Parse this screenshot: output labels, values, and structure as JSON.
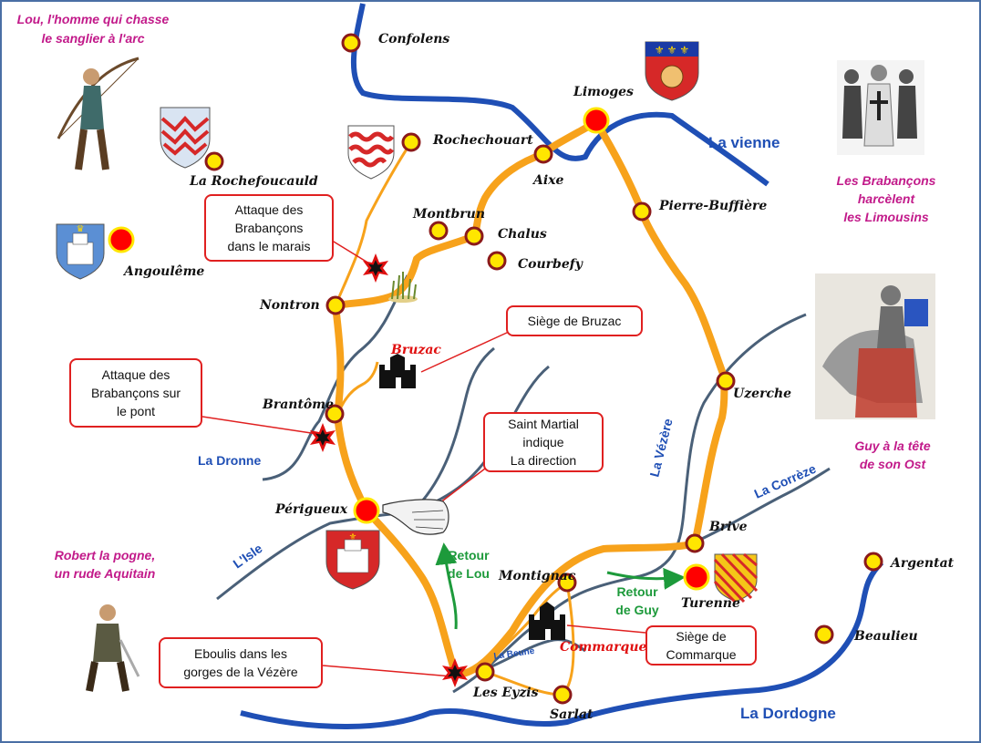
{
  "colors": {
    "river": "#1f4fb5",
    "route": "#f7a21b",
    "town_fill": "#ffe600",
    "town_border": "#8b1a1a",
    "major_town": "#ff0000",
    "callout_border": "#e02020",
    "character_text": "#c21a8a",
    "return_arrow": "#1d9a3b"
  },
  "towns": {
    "confolens": "Confolens",
    "limoges": "Limoges",
    "rochechouart": "Rochechouart",
    "aixe": "Aixe",
    "la_rochefoucauld": "La Rochefoucauld",
    "pierre_buffiere": "Pierre-Buffière",
    "montbrun": "Montbrun",
    "chalus": "Chalus",
    "courbefy": "Courbefy",
    "angouleme": "Angoulême",
    "nontron": "Nontron",
    "brantome": "Brantôme",
    "uzerche": "Uzerche",
    "perigueux": "Périgueux",
    "brive": "Brive",
    "montignac": "Montignac",
    "turenne": "Turenne",
    "argentat": "Argentat",
    "beaulieu": "Beaulieu",
    "les_eyzis": "Les Eyzis",
    "sarlat": "Sarlat"
  },
  "castles": {
    "bruzac": "Bruzac",
    "commarque": "Commarque"
  },
  "rivers": {
    "vienne": "La vienne",
    "dronne": "La Dronne",
    "isle": "L'Isle",
    "vezere": "La Vézère",
    "correze": "La Corrèze",
    "beune": "La Beune",
    "dordogne": "La Dordogne"
  },
  "characters": {
    "lou": [
      "Lou, l'homme qui chasse",
      "le sanglier à l'arc"
    ],
    "brabancons": [
      "Les Brabançons",
      "harcèlent",
      "les Limousins"
    ],
    "guy": [
      "Guy à la tête",
      "de son Ost"
    ],
    "robert": [
      "Robert la pogne,",
      "un rude Aquitain"
    ]
  },
  "returns": {
    "lou": [
      "Retour",
      "de Lou"
    ],
    "guy": [
      "Retour",
      "de Guy"
    ]
  },
  "callouts": {
    "marais": [
      "Attaque des",
      "Brabançons",
      "dans le marais"
    ],
    "bruzac": [
      "Siège de Bruzac"
    ],
    "pont": [
      "Attaque des",
      "Brabançons sur",
      "le pont"
    ],
    "saint_martial": [
      "Saint Martial",
      "indique",
      "La direction"
    ],
    "commarque": [
      "Siège de",
      "Commarque"
    ],
    "eboulis": [
      "Eboulis dans les",
      "gorges de la Vézère"
    ]
  }
}
